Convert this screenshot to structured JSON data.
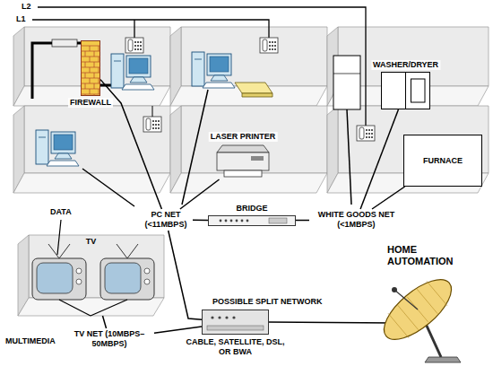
{
  "diagram": {
    "nodes": [
      {
        "text": [
          "WASHER/DRYER"
        ]
      },
      {
        "text": [
          "FIREWALL"
        ]
      },
      {
        "text": [
          "LASER PRINTER"
        ]
      },
      {
        "text": [
          "FURNACE"
        ]
      },
      {
        "text": [
          "PC NET (<11MBPS)"
        ]
      },
      {
        "text": [
          "BRIDGE"
        ]
      },
      {
        "text": [
          "WHITE GOODS NET (<1MBPS)"
        ]
      },
      {
        "text": [
          "TV"
        ]
      },
      {
        "text": [
          "POSSIBLE SPLIT NETWORK",
          "CABLE, SATELLITE, DSL, OR BWA"
        ]
      },
      {
        "text": [
          "TV NET (10MBPS–50MBPS)"
        ]
      }
    ],
    "edges": [
      {
        "from": 4,
        "to": 5,
        "arrow": "none"
      },
      {
        "from": 5,
        "to": 6,
        "arrow": "none"
      },
      {
        "from": 6,
        "to": 0,
        "arrow": "none"
      },
      {
        "from": 6,
        "to": 3,
        "arrow": "none"
      },
      {
        "from": 4,
        "to": 2,
        "arrow": "none"
      },
      {
        "from": 4,
        "to": 1,
        "arrow": "none"
      },
      {
        "from": 4,
        "to": 8,
        "arrow": "none"
      },
      {
        "from": 7,
        "to": 9,
        "arrow": "none"
      },
      {
        "from": 9,
        "to": 8,
        "arrow": "none"
      }
    ],
    "labels": [
      "L2",
      "L1",
      "DATA",
      "HOME AUTOMATION",
      "MULTIMEDIA"
    ]
  }
}
